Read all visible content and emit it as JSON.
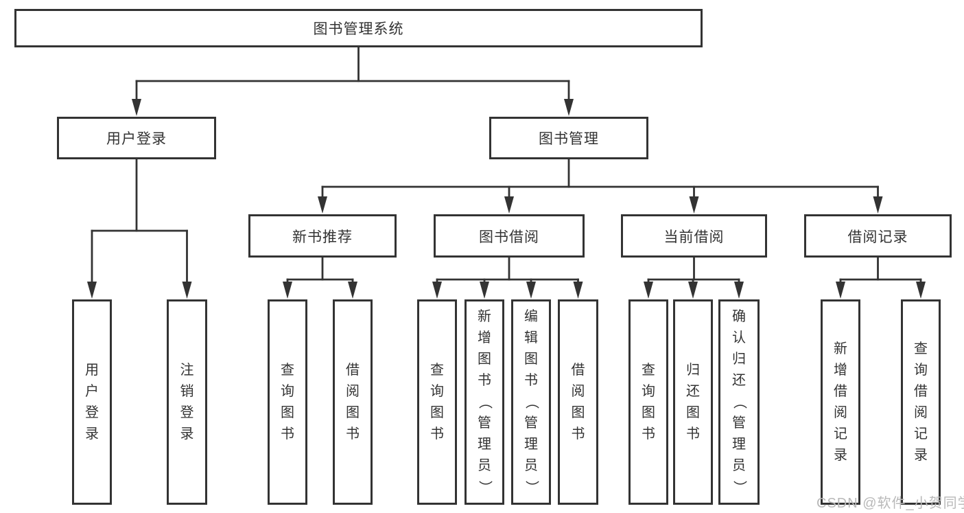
{
  "diagram": {
    "title": "图书管理系统",
    "watermark": "CSDN @软件_小贺同学",
    "colors": {
      "line": "#333333",
      "box_border": "#333333",
      "box_fill": "#ffffff",
      "text": "#333333",
      "watermark": "#b9b9b9",
      "background": "#ffffff"
    },
    "nodes": [
      {
        "id": "book-management-system",
        "label": "图书管理系统",
        "orientation": "h",
        "level": 1
      },
      {
        "id": "user-login-module",
        "label": "用户登录",
        "orientation": "h",
        "level": 2
      },
      {
        "id": "book-management-module",
        "label": "图书管理",
        "orientation": "h",
        "level": 2
      },
      {
        "id": "new-book-recommend",
        "label": "新书推荐",
        "orientation": "h",
        "level": 3
      },
      {
        "id": "book-borrow",
        "label": "图书借阅",
        "orientation": "h",
        "level": 3
      },
      {
        "id": "current-borrow",
        "label": "当前借阅",
        "orientation": "h",
        "level": 3
      },
      {
        "id": "borrow-records",
        "label": "借阅记录",
        "orientation": "h",
        "level": 3
      },
      {
        "id": "user-login-leaf",
        "label": "用户登录",
        "orientation": "v",
        "level": 4
      },
      {
        "id": "logout-leaf",
        "label": "注销登录",
        "orientation": "v",
        "level": 4
      },
      {
        "id": "query-book-1",
        "label": "查询图书",
        "orientation": "v",
        "level": 4
      },
      {
        "id": "borrow-book-1",
        "label": "借阅图书",
        "orientation": "v",
        "level": 4
      },
      {
        "id": "query-book-2",
        "label": "查询图书",
        "orientation": "v",
        "level": 4
      },
      {
        "id": "add-book-admin",
        "label": "新增图书（管理员）",
        "orientation": "v",
        "level": 4
      },
      {
        "id": "edit-book-admin",
        "label": "编辑图书（管理员）",
        "orientation": "v",
        "level": 4
      },
      {
        "id": "borrow-book-2",
        "label": "借阅图书",
        "orientation": "v",
        "level": 4
      },
      {
        "id": "query-book-3",
        "label": "查询图书",
        "orientation": "v",
        "level": 4
      },
      {
        "id": "return-book",
        "label": "归还图书",
        "orientation": "v",
        "level": 4
      },
      {
        "id": "confirm-return-admin",
        "label": "确认归还（管理员）",
        "orientation": "v",
        "level": 4
      },
      {
        "id": "add-borrow-record",
        "label": "新增借阅记录",
        "orientation": "v",
        "level": 4
      },
      {
        "id": "query-borrow-record",
        "label": "查询借阅记录",
        "orientation": "v",
        "level": 4
      }
    ],
    "edges": [
      {
        "from": "book-management-system",
        "to": [
          "user-login-module",
          "book-management-module"
        ]
      },
      {
        "from": "user-login-module",
        "to": [
          "user-login-leaf",
          "logout-leaf"
        ]
      },
      {
        "from": "book-management-module",
        "to": [
          "new-book-recommend",
          "book-borrow",
          "current-borrow",
          "borrow-records"
        ]
      },
      {
        "from": "new-book-recommend",
        "to": [
          "query-book-1",
          "borrow-book-1"
        ]
      },
      {
        "from": "book-borrow",
        "to": [
          "query-book-2",
          "add-book-admin",
          "edit-book-admin",
          "borrow-book-2"
        ]
      },
      {
        "from": "current-borrow",
        "to": [
          "query-book-3",
          "return-book",
          "confirm-return-admin"
        ]
      },
      {
        "from": "borrow-records",
        "to": [
          "add-borrow-record",
          "query-borrow-record"
        ]
      }
    ]
  }
}
